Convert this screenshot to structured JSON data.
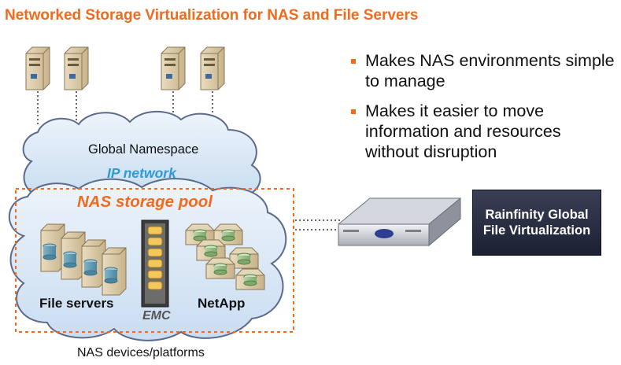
{
  "title": "Networked Storage Virtualization for NAS and File Servers",
  "bullets": [
    "Makes NAS environments simple to manage",
    "Makes it easier to move information and resources without disruption"
  ],
  "labels": {
    "global_namespace": "Global Namespace",
    "ip_network": "IP network",
    "nas_storage_pool": "NAS storage pool",
    "file_servers": "File servers",
    "emc": "EMC",
    "netapp": "NetApp",
    "nas_devices": "NAS devices/platforms"
  },
  "rainfinity_box": "Rainfinity Global File Virtualization",
  "colors": {
    "accent_orange": "#f26a1b",
    "ip_blue": "#2f9ad3",
    "cloud_fill": "#d6e6f5",
    "cloud_stroke": "#5a6b8c",
    "box_dark": "#262a3e"
  },
  "icons": [
    "server-tower-icon",
    "file-server-icon",
    "emc-rack-icon",
    "netapp-disk-icon",
    "rainfinity-appliance-icon"
  ]
}
